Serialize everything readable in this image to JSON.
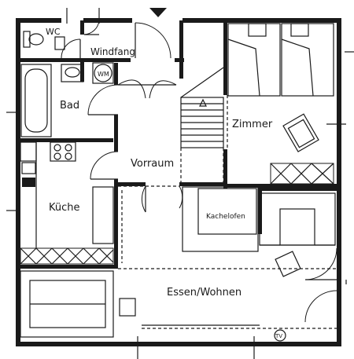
{
  "rooms": {
    "wc": "WC",
    "windfang": "Windfang",
    "bad": "Bad",
    "washer": "WM",
    "zimmer": "Zimmer",
    "vorraum": "Vorraum",
    "kueche": "Küche",
    "kachelofen": "Kachelofen",
    "essen_wohnen": "Essen/Wohnen",
    "tv": "TV"
  }
}
